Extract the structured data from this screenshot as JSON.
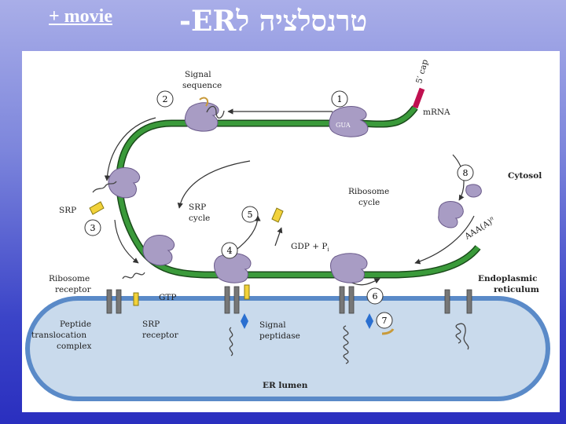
{
  "header": {
    "movie_link": "+ movie",
    "title": "-ERטרנסלציה ל"
  },
  "diagram": {
    "labels": {
      "signal_sequence_1": "Signal",
      "signal_sequence_2": "sequence",
      "five_prime_cap": "5′ cap",
      "mrna": "mRNA",
      "gua": "GUA",
      "cytosol": "Cytosol",
      "ribosome_cycle_1": "Ribosome",
      "ribosome_cycle_2": "cycle",
      "srp_cycle_1": "SRP",
      "srp_cycle_2": "cycle",
      "srp": "SRP",
      "gdp_pi": "GDP + P",
      "gdp_pi_sub": "i",
      "poly_a": "AAA(A)",
      "poly_a_sub": "n",
      "ribosome_receptor_1": "Ribosome",
      "ribosome_receptor_2": "receptor",
      "gtp": "GTP",
      "er_1": "Endoplasmic",
      "er_2": "reticulum",
      "peptide_trans_1": "Peptide",
      "peptide_trans_2": "translocation",
      "peptide_trans_3": "complex",
      "srp_receptor_1": "SRP",
      "srp_receptor_2": "receptor",
      "signal_peptidase_1": "Signal",
      "signal_peptidase_2": "peptidase",
      "er_lumen": "ER lumen"
    },
    "steps": [
      "1",
      "2",
      "3",
      "4",
      "5",
      "6",
      "7",
      "8"
    ],
    "colors": {
      "mrna": "#3a9a3a",
      "mrna_edge": "#1a4a1a",
      "cap": "#c01050",
      "ribosome": "#a89cc4",
      "srp": "#f2d23a",
      "er_fill": "#c9daec",
      "er_edge": "#5a8ac8",
      "peptide": "#c89a3a",
      "peptidase": "#2a6fd0"
    }
  }
}
